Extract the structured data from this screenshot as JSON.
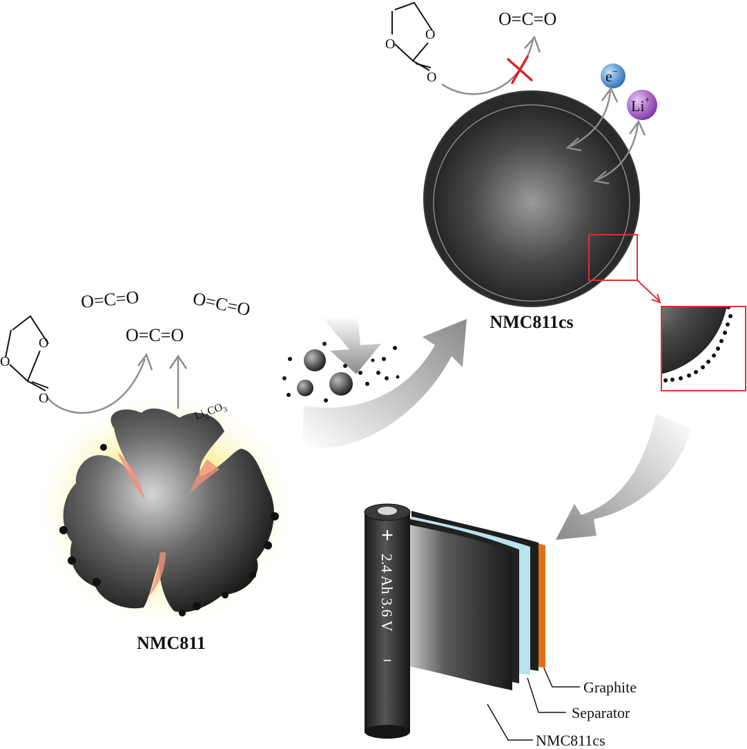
{
  "labels": {
    "nmc811": "NMC811",
    "nmc811cs": "NMC811cs",
    "li2co3_main": "Li",
    "li2co3_sub2": "2",
    "li2co3_co": "CO",
    "li2co3_sub3": "3",
    "co2": "O=C=O",
    "ring_o": "O",
    "electron_main": "e",
    "electron_sup": "−",
    "li_main": "Li",
    "li_sup": "+",
    "battery_plus": "+",
    "battery_minus": "−",
    "battery_spec": "2.4 Ah 3.6 V",
    "legend_graphite": "Graphite",
    "legend_separator": "Separator",
    "legend_cathode": "NMC811cs"
  },
  "colors": {
    "particle_dark": "#111111",
    "particle_light": "#d8d8d8",
    "crack_glow": "#f0907a",
    "halo_yellow": "#f6f2a0",
    "arrow_gray": "#8c8c8c",
    "forbidden_x": "#e02020",
    "inset_border": "#e03030",
    "electron_blue": "#3a8fd8",
    "lithium_purple": "#9a4fc4",
    "separator_cyan": "#b9e3ee",
    "graphite_orange": "#e0701a"
  },
  "icons": [
    "ethylene-carbonate-icon",
    "forbidden-x-icon",
    "battery-cell-icon"
  ]
}
